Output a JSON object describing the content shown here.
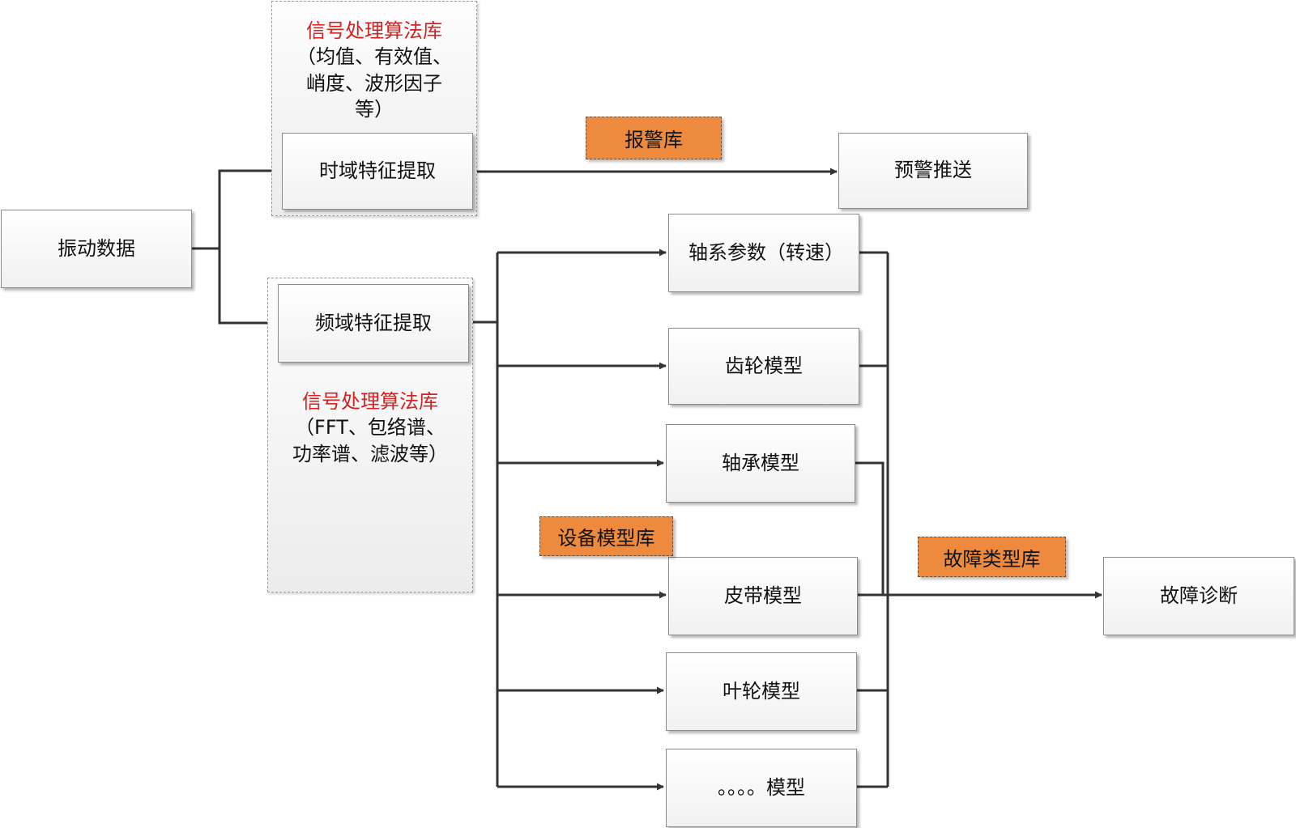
{
  "nodes": {
    "vibration_data": "振动数据",
    "time_feature": "时域特征提取",
    "freq_feature": "频域特征提取",
    "warning_push": "预警推送",
    "shaft_params": "轴系参数（转速）",
    "gear_model": "齿轮模型",
    "bearing_model": "轴承模型",
    "belt_model": "皮带模型",
    "impeller_model": "叶轮模型",
    "other_model": "。。。。模型",
    "fault_diagnosis": "故障诊断"
  },
  "libraries": {
    "time_lib_title": "信号处理算法库",
    "time_lib_desc": "（均值、有效值、\n峭度、波形因子\n等）",
    "freq_lib_title": "信号处理算法库",
    "freq_lib_desc": "（FFT、包络谱、\n功率谱、滤波等）"
  },
  "tags": {
    "alarm_lib": "报警库",
    "device_model_lib": "设备模型库",
    "fault_type_lib": "故障类型库"
  },
  "colors": {
    "library_title": "#d32323",
    "tag_fill": "#ee8a3d",
    "line": "#333333"
  }
}
